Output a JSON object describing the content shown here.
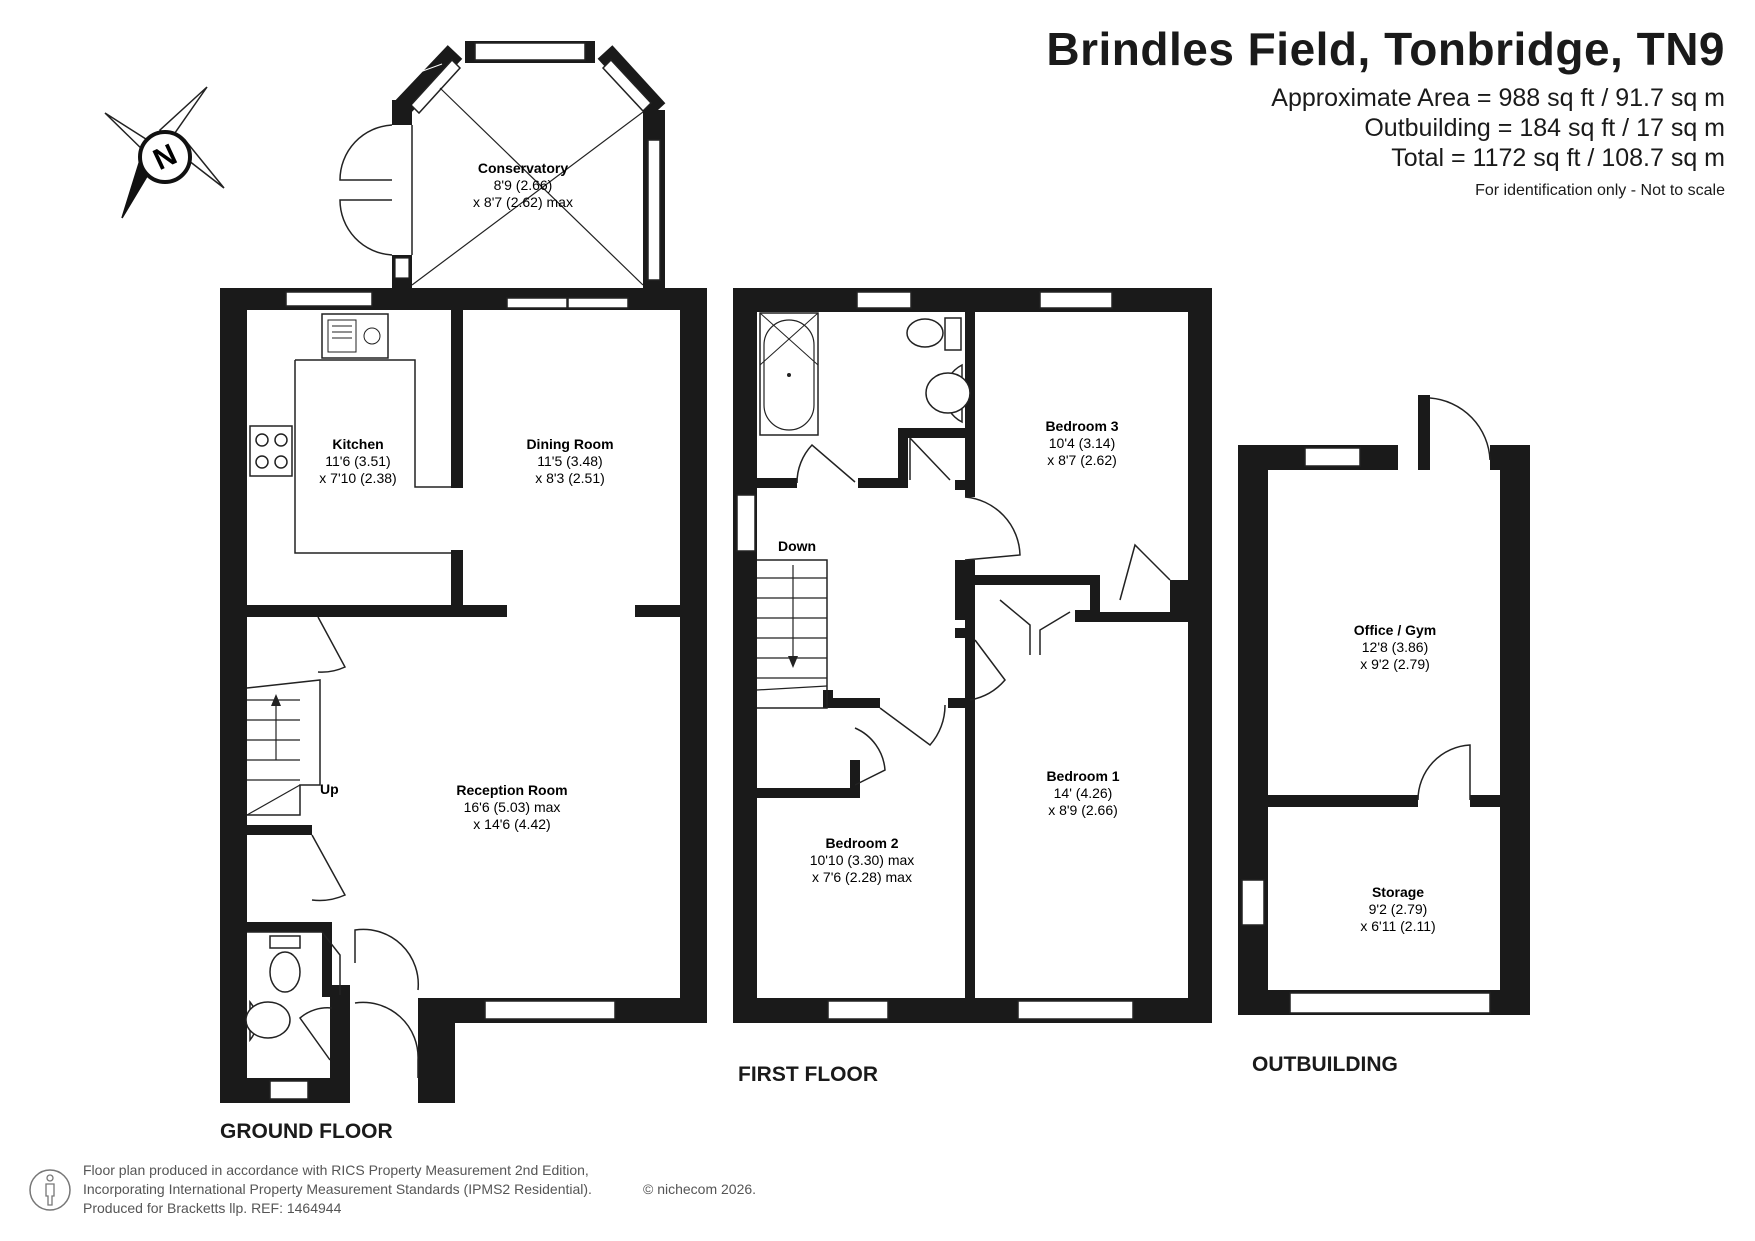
{
  "header": {
    "title": "Brindles Field, Tonbridge, TN9",
    "area_lines": [
      "Approximate Area = 988 sq ft / 91.7 sq m",
      "Outbuilding = 184 sq ft / 17 sq m",
      "Total = 1172 sq ft / 108.7 sq m"
    ],
    "note": "For identification only - Not to scale"
  },
  "compass": {
    "label": "N"
  },
  "floors": {
    "ground": "GROUND FLOOR",
    "first": "FIRST FLOOR",
    "outbuilding": "OUTBUILDING"
  },
  "rooms": {
    "conservatory": {
      "name": "Conservatory",
      "dim1": "8'9 (2.66)",
      "dim2": "x 8'7 (2.62) max"
    },
    "kitchen": {
      "name": "Kitchen",
      "dim1": "11'6 (3.51)",
      "dim2": "x 7'10 (2.38)"
    },
    "dining": {
      "name": "Dining Room",
      "dim1": "11'5 (3.48)",
      "dim2": "x 8'3 (2.51)"
    },
    "reception": {
      "name": "Reception Room",
      "dim1": "16'6 (5.03) max",
      "dim2": "x 14'6 (4.42)"
    },
    "bedroom3": {
      "name": "Bedroom 3",
      "dim1": "10'4 (3.14)",
      "dim2": "x 8'7 (2.62)"
    },
    "bedroom1": {
      "name": "Bedroom 1",
      "dim1": "14' (4.26)",
      "dim2": "x 8'9 (2.66)"
    },
    "bedroom2": {
      "name": "Bedroom 2",
      "dim1": "10'10 (3.30) max",
      "dim2": "x 7'6 (2.28) max"
    },
    "office": {
      "name": "Office / Gym",
      "dim1": "12'8 (3.86)",
      "dim2": "x 9'2 (2.79)"
    },
    "storage": {
      "name": "Storage",
      "dim1": "9'2 (2.79)",
      "dim2": "x 6'11 (2.11)"
    }
  },
  "stairs": {
    "up": "Up",
    "down": "Down"
  },
  "footer": {
    "lines": [
      "Floor plan produced in accordance with RICS Property Measurement 2nd Edition,",
      "Incorporating International Property Measurement Standards (IPMS2 Residential).",
      "Produced for Bracketts llp.   REF:  1464944"
    ],
    "copyright": "© nichecom 2026."
  },
  "colors": {
    "wall": "#1a1a1a",
    "line": "#222222",
    "text": "#1a1a1a"
  }
}
